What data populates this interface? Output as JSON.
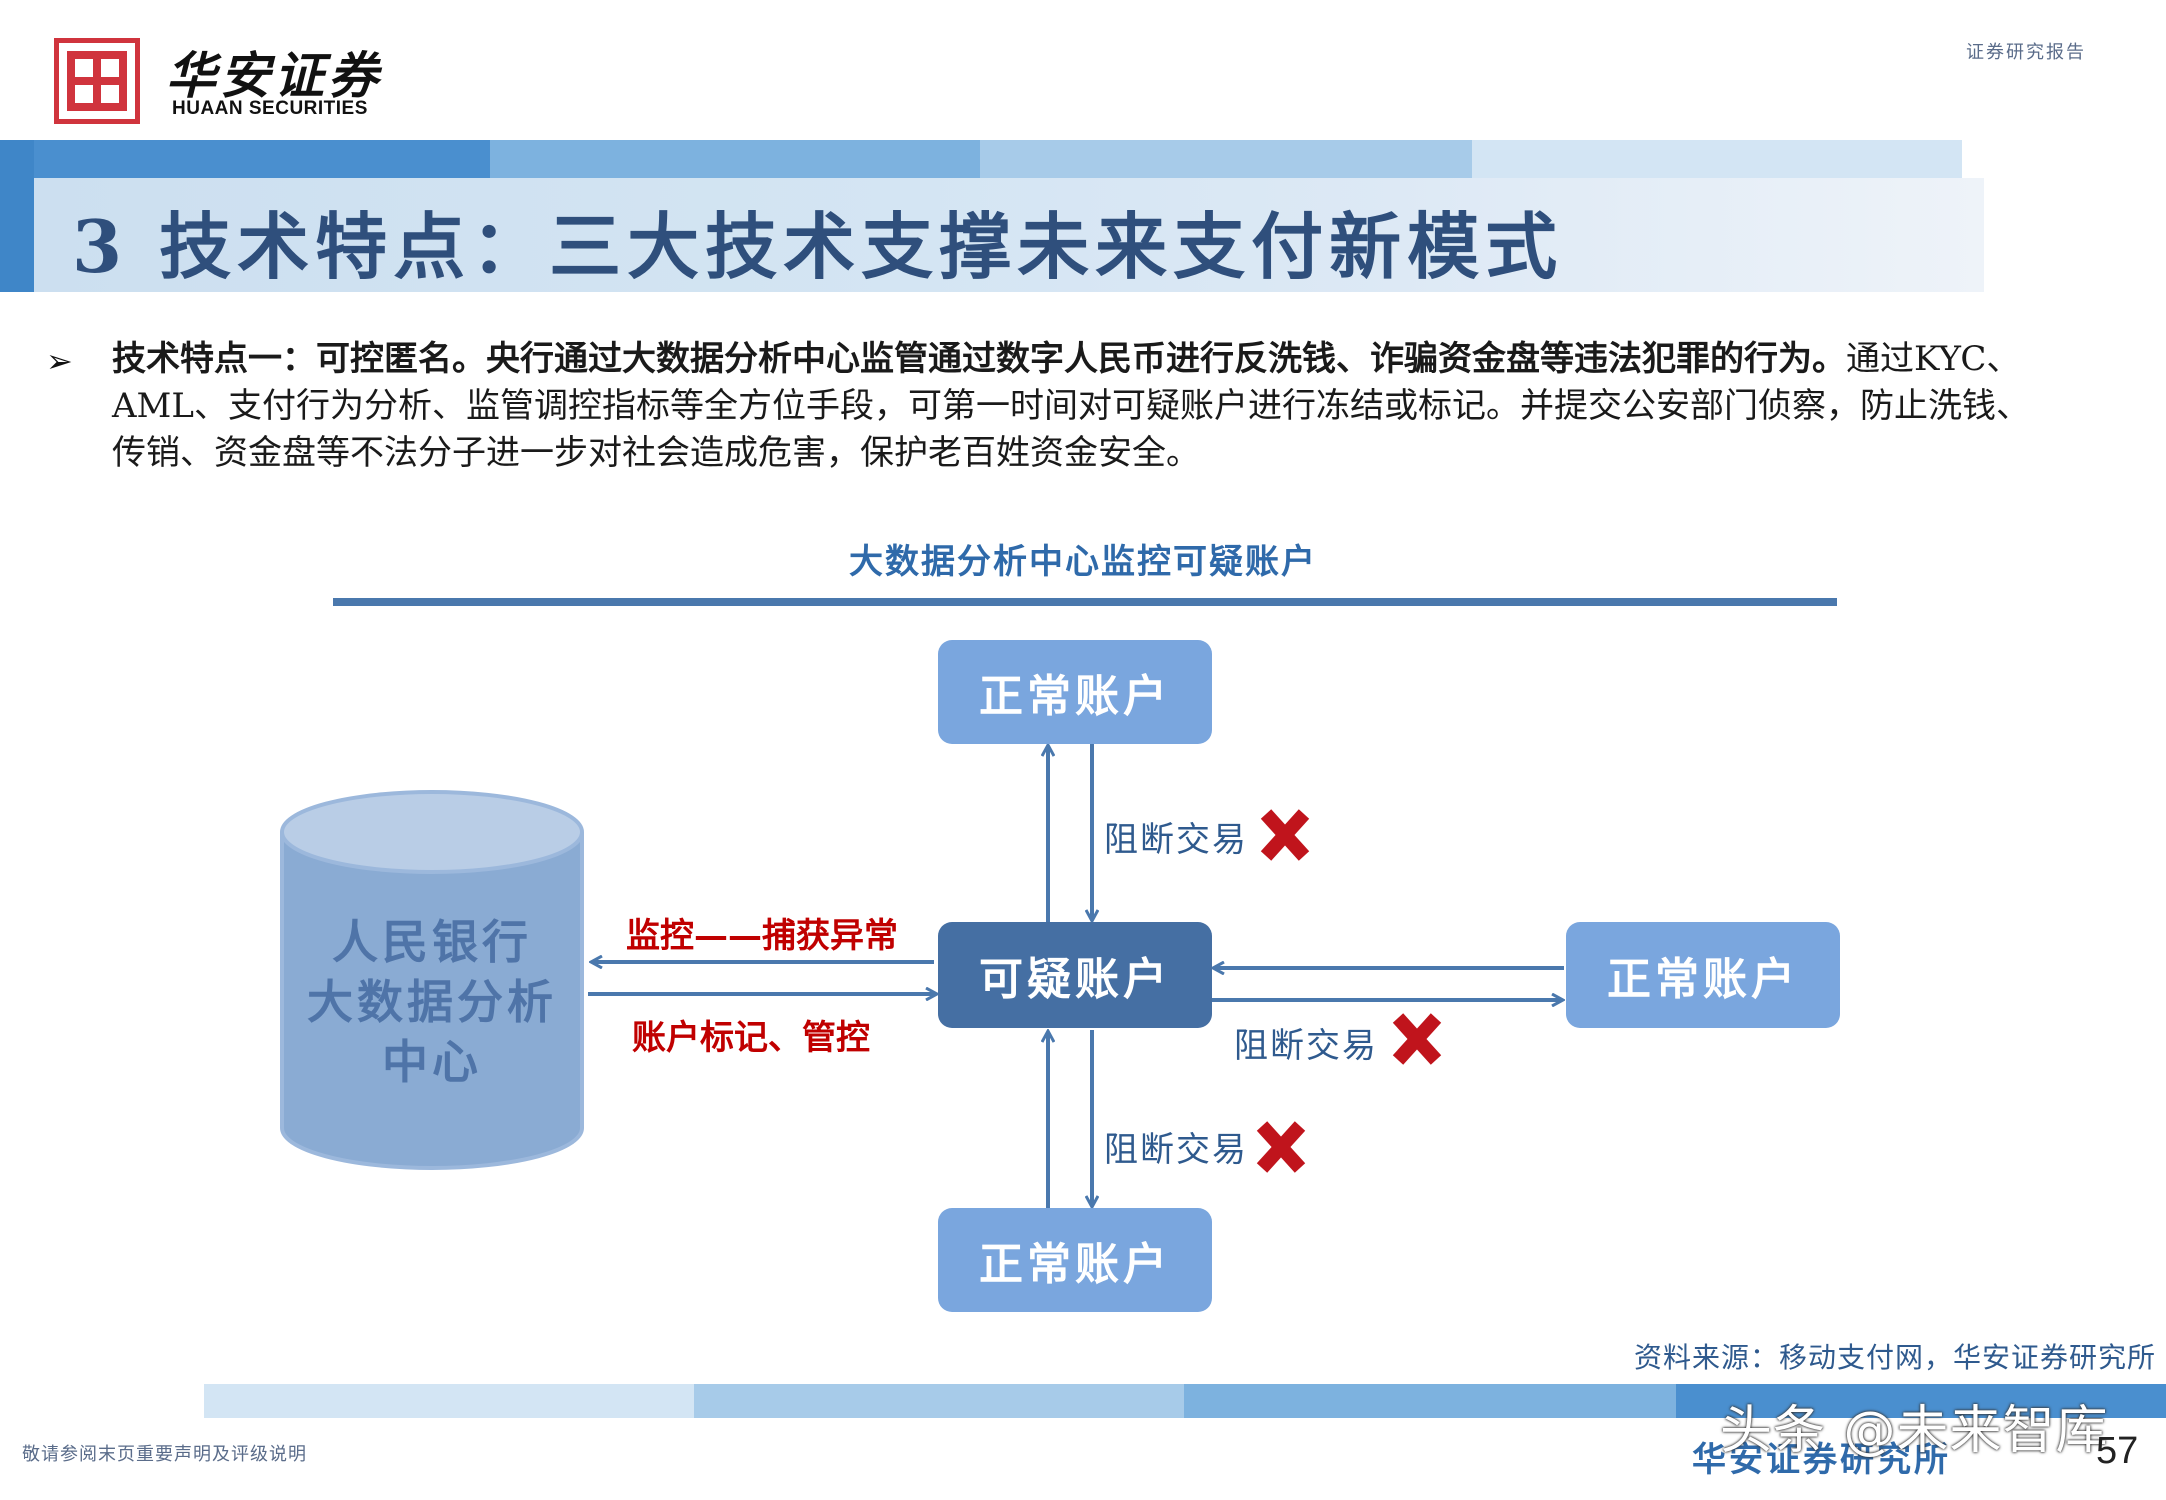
{
  "header": {
    "brand_cn": "华安证券",
    "brand_en": "HUAAN SECURITIES",
    "report_type": "证券研究报告"
  },
  "title": "3 技术特点：三大技术支撑未来支付新模式",
  "bullet": {
    "marker": "➢",
    "bold_text": "技术特点一：可控匿名。央行通过大数据分析中心监管通过数字人民币进行反洗钱、诈骗资金盘等违法犯罪的行为。",
    "normal_text": "通过KYC、AML、支付行为分析、监管调控指标等全方位手段，可第一时间对可疑账户进行冻结或标记。并提交公安部门侦察，防止洗钱、传销、资金盘等不法分子进一步对社会造成危害，保护老百姓资金安全。"
  },
  "diagram": {
    "title": "大数据分析中心监控可疑账户",
    "center_lines": [
      "人民银行",
      "大数据分析",
      "中心"
    ],
    "suspect": "可疑账户",
    "normal_top": "正常账户",
    "normal_right": "正常账户",
    "normal_bottom": "正常账户",
    "monitor_label": "监控——捕获异常",
    "mark_label": "账户标记、管控",
    "block_top": "阻断交易",
    "block_right": "阻断交易",
    "block_bottom": "阻断交易"
  },
  "colors": {
    "normal_box": "#7aa6de",
    "suspect_box": "#456fa3",
    "cross": "#c0141c",
    "arrow": "#4a78ad",
    "red_label": "#c00000"
  },
  "source": "资料来源：移动支付网，华安证券研究所",
  "footer": {
    "disclaimer": "敬请参阅末页重要声明及评级说明",
    "institute": "华安证券研究所",
    "watermark": "头条 @未来智库",
    "page": "57"
  }
}
